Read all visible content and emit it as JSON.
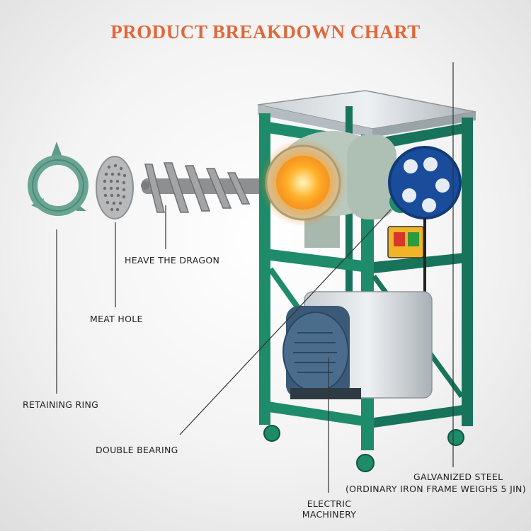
{
  "title": "PRODUCT BREAKDOWN CHART",
  "labels": {
    "heave_the_dragon": "HEAVE THE DRAGON",
    "meat_hole": "MEAT HOLE",
    "retaining_ring": "RETAINING RING",
    "double_bearing": "DOUBLE BEARING",
    "galvanized_steel_line1": "GALVANIZED STEEL",
    "galvanized_steel_line2": "(ORDINARY IRON FRAME WEIGHS 5 JIN)",
    "electric_line1": "ELECTRIC",
    "electric_line2": "MACHINERY"
  },
  "colors": {
    "title": "#e2673a",
    "frame": "#1e8b6a",
    "grinder_head": "#b9c9bd",
    "pulley": "#1a4c9c",
    "motor": "#3a5a78",
    "glow": "#ff9a1a"
  }
}
